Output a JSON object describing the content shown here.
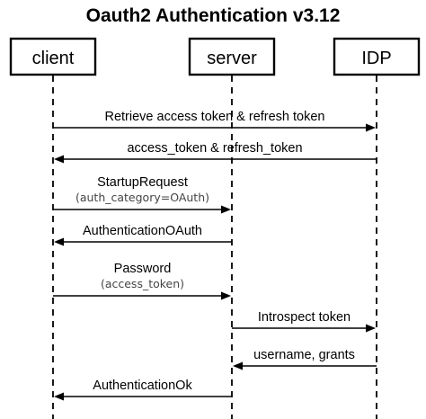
{
  "title": "Oauth2 Authentication v3.12",
  "actors": [
    {
      "id": "client",
      "label": "client"
    },
    {
      "id": "server",
      "label": "server"
    },
    {
      "id": "idp",
      "label": "IDP"
    }
  ],
  "messages": [
    {
      "from": "client",
      "to": "idp",
      "label": "Retrieve access token & refresh token",
      "sublabel": ""
    },
    {
      "from": "idp",
      "to": "client",
      "label": "access_token & refresh_token",
      "sublabel": ""
    },
    {
      "from": "client",
      "to": "server",
      "label": "StartupRequest",
      "sublabel": "(auth_category=OAuth)"
    },
    {
      "from": "server",
      "to": "client",
      "label": "AuthenticationOAuth",
      "sublabel": ""
    },
    {
      "from": "client",
      "to": "server",
      "label": "Password",
      "sublabel": "(access_token)"
    },
    {
      "from": "server",
      "to": "idp",
      "label": "Introspect token",
      "sublabel": ""
    },
    {
      "from": "idp",
      "to": "server",
      "label": "username, grants",
      "sublabel": ""
    },
    {
      "from": "server",
      "to": "client",
      "label": "AuthenticationOk",
      "sublabel": ""
    }
  ]
}
